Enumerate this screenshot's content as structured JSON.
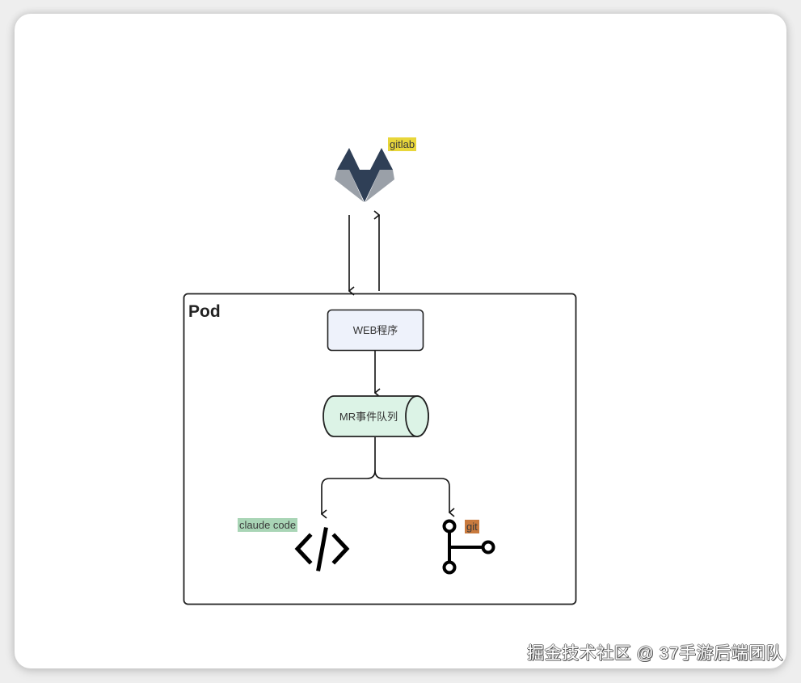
{
  "diagram": {
    "pod_label": "Pod",
    "nodes": {
      "gitlab": {
        "label": "gitlab",
        "icon": "gitlab-logo-icon",
        "tag_color": "#e8d63a"
      },
      "web_app": {
        "label": "WEB程序",
        "fill": "#eef2fb"
      },
      "mr_queue": {
        "label": "MR事件队列",
        "fill": "#dcf3e6"
      },
      "claude_code": {
        "label": "claude code",
        "icon": "code-icon",
        "tag_color": "#a9d5b6"
      },
      "git": {
        "label": "git",
        "icon": "git-branch-icon",
        "tag_color": "#c97a3e"
      }
    },
    "edges": [
      {
        "from": "gitlab",
        "to": "web_app"
      },
      {
        "from": "web_app",
        "to": "gitlab"
      },
      {
        "from": "web_app",
        "to": "mr_queue"
      },
      {
        "from": "mr_queue",
        "to": "claude_code"
      },
      {
        "from": "mr_queue",
        "to": "git"
      }
    ]
  },
  "watermark": "掘金技术社区 @ 37手游后端团队"
}
